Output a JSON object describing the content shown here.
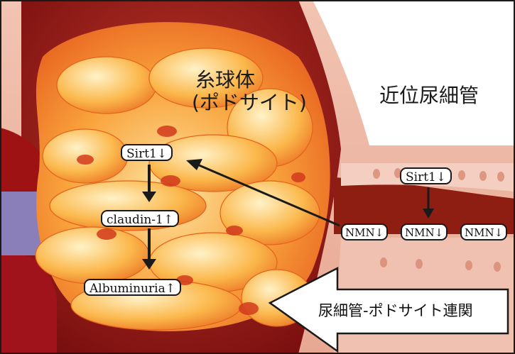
{
  "labels": {
    "glomerulus": "糸球体",
    "podocyte": "(ポドサイト)",
    "proximal_tubule": "近位尿細管",
    "crosstalk": "尿細管-ポドサイト連関"
  },
  "pathway": {
    "sirt1_podocyte": "Sirt1↓",
    "claudin": "claudin-1↑",
    "albuminuria": "Albuminuria↑",
    "sirt1_tubule": "Sirt1↓",
    "nmn_1": "NMN↓",
    "nmn_2": "NMN↓",
    "nmn_3": "NMN↓"
  },
  "colors": {
    "frame": "#1a1a1a",
    "glomerulus_orange": "#f07a1a",
    "glomerulus_light": "#fbd27a",
    "capsule_pink": "#e9b6a2",
    "vessel_red": "#b8161b",
    "purple_cells": "#8a7fb8"
  }
}
